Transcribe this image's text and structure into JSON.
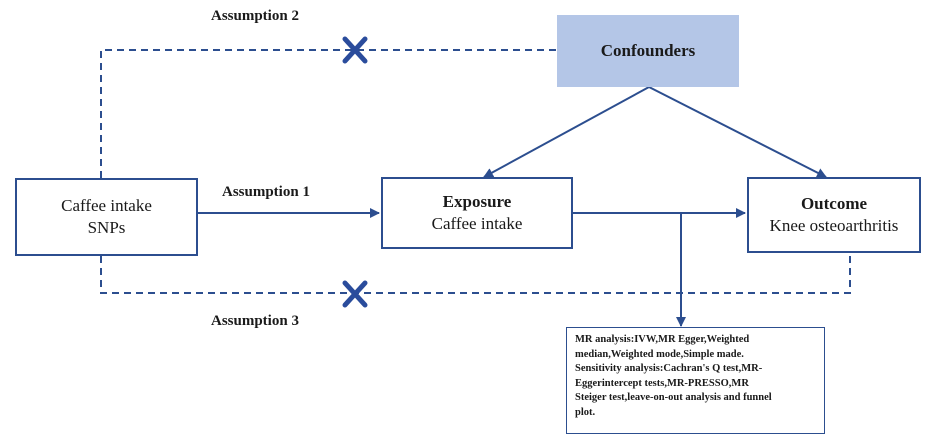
{
  "labels": {
    "assumption2": "Assumption 2",
    "assumption1": "Assumption 1",
    "assumption3": "Assumption 3"
  },
  "nodes": {
    "confounders": {
      "title": "Confounders"
    },
    "instrument": {
      "line1": "Caffee intake",
      "line2": "SNPs"
    },
    "exposure": {
      "title": "Exposure",
      "subtitle": "Caffee intake"
    },
    "outcome": {
      "title": "Outcome",
      "subtitle": "Knee osteoarthritis"
    },
    "methods": {
      "text": "MR analysis:IVW,MR Egger,Weighted\nmedian,Weighted mode,Simple made.\nSensitivity analysis:Cachran's Q test,MR-\nEggerintercept tests,MR-PRESSO,MR\nSteiger test,leave-on-out analysis and funnel\nplot."
    }
  },
  "colors": {
    "line": "#2c4e8f",
    "confounders_fill": "#b4c6e7",
    "cross_mark": "#2a4c9c"
  },
  "icons": [
    "cross-mark-icon",
    "cross-mark-icon"
  ]
}
